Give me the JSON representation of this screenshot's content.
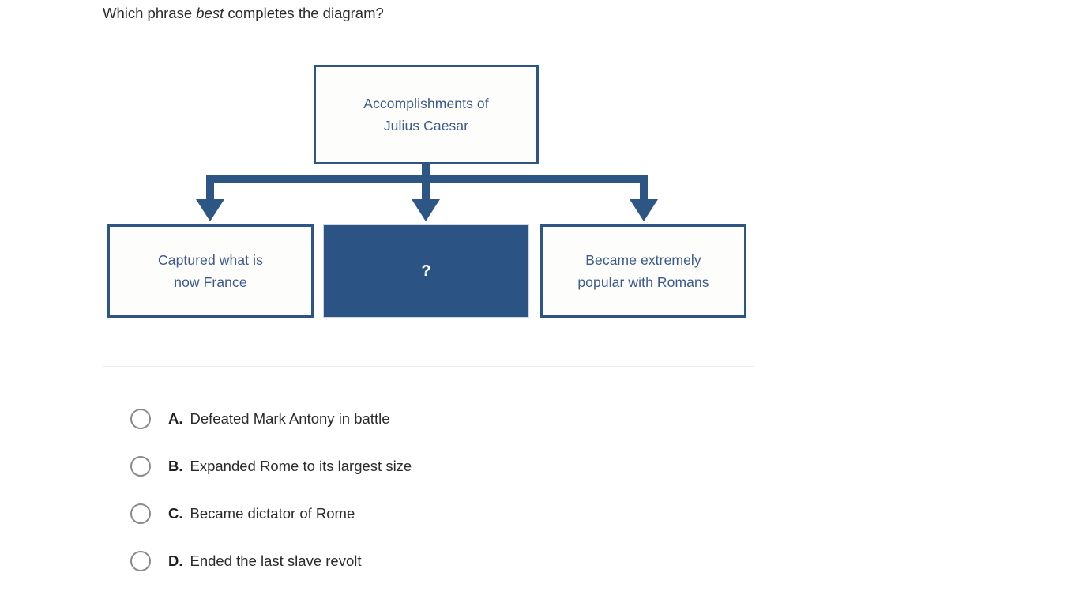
{
  "question": {
    "prefix": "Which phrase ",
    "emphasis": "best",
    "suffix": " completes the diagram?"
  },
  "diagram": {
    "type": "hierarchy-flowchart",
    "root": {
      "label": "Accomplishments of\nJulius Caesar",
      "style": "outline"
    },
    "children": [
      {
        "label": "Captured what is\nnow France",
        "style": "outline"
      },
      {
        "label": "?",
        "style": "filled"
      },
      {
        "label": "Became extremely\npopular with Romans",
        "style": "outline"
      }
    ],
    "colors": {
      "box_border": "#2e5685",
      "box_text": "#3c5a8c",
      "box_fill": "#fdfdfc",
      "highlight_fill": "#2b5484",
      "highlight_text": "#ffffff",
      "connector": "#2e5685"
    }
  },
  "options": [
    {
      "letter": "A.",
      "text": "Defeated Mark Antony in battle",
      "selected": false
    },
    {
      "letter": "B.",
      "text": "Expanded Rome to its largest size",
      "selected": false
    },
    {
      "letter": "C.",
      "text": "Became dictator of Rome",
      "selected": false
    },
    {
      "letter": "D.",
      "text": "Ended the last slave revolt",
      "selected": false
    }
  ]
}
